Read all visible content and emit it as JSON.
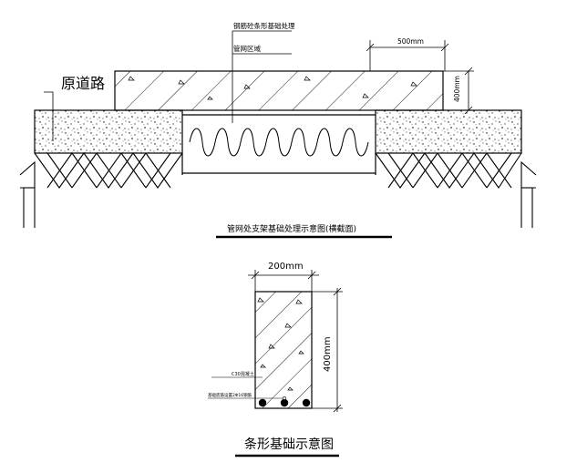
{
  "top_section": {
    "label_road": "原道路",
    "label_strip_foundation": "钢筋砼条形基础处理",
    "label_pipe_area": "管网区域",
    "dim_width": "500mm",
    "dim_height": "400mm",
    "caption": "管网处支架基础处理示意图(横截面)"
  },
  "bottom_section": {
    "dim_width": "200mm",
    "dim_height": "400mm",
    "label_concrete": "C30混凝土",
    "label_rebar": "基础底筋设置2Φ16钢筋",
    "caption": "条形基础示意图"
  },
  "colors": {
    "line": "#000000",
    "background": "#ffffff"
  }
}
